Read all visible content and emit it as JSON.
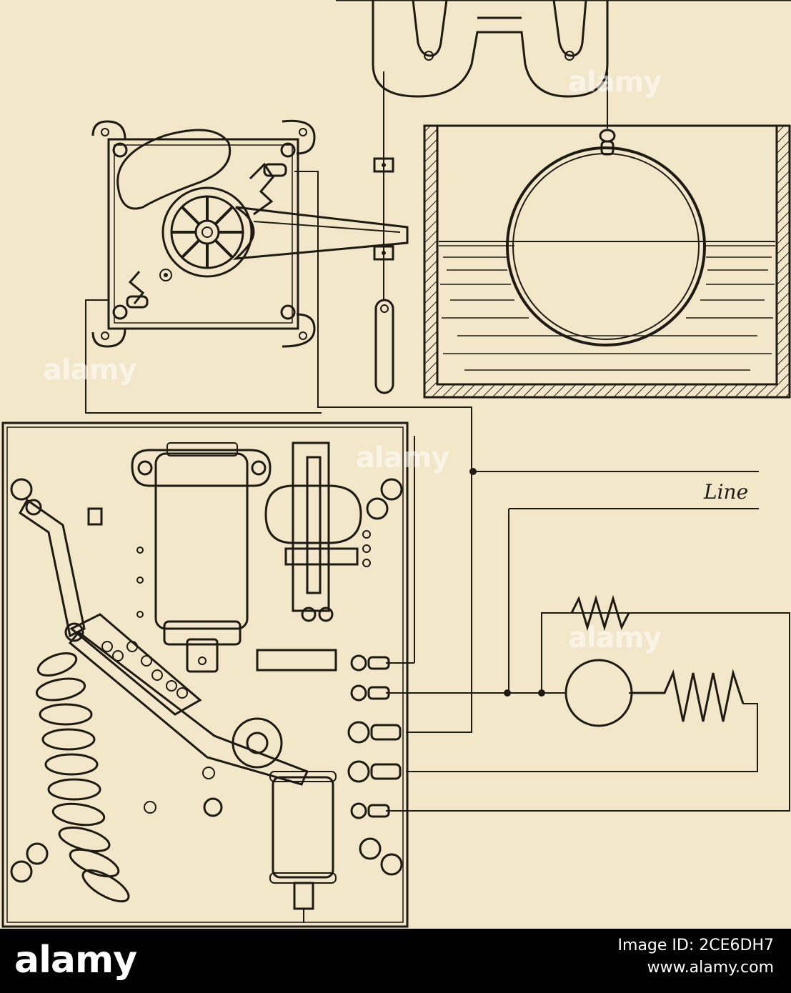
{
  "diagram": {
    "labels": {
      "line": "Line"
    }
  },
  "watermark": {
    "text": "alamy"
  },
  "footer": {
    "brand": "alamy",
    "image_id": "Image ID: 2CE6DH7",
    "site": "www.alamy.com"
  },
  "colors": {
    "paper": "#f3e7c9",
    "ink": "#1e1a14",
    "footer_bg": "#000000"
  }
}
